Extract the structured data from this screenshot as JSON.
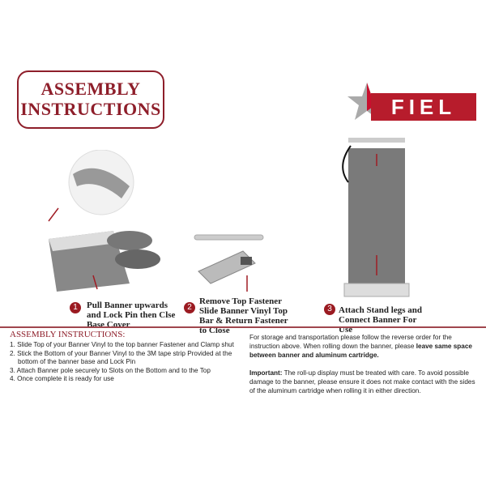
{
  "header": {
    "title_line1": "ASSEMBLY",
    "title_line2": "INSTRUCTIONS",
    "logo_text": "FIEL",
    "brand_color": "#b71c2c"
  },
  "steps": [
    {
      "number": "1",
      "text": "Pull Banner upwards and Lock Pin then Clse Base Cover"
    },
    {
      "number": "2",
      "text": "Remove Top Fastener Slide Banner Vinyl Top Bar & Return Fastener to Close"
    },
    {
      "number": "3",
      "text": "Attach Stand legs and Connect Banner For Use"
    }
  ],
  "instructions": {
    "title": "ASSEMBLY INSTRUCTIONS:",
    "items": [
      "1. Slide Top of your Banner Vinyl to the top banner Fastener and Clamp shut",
      "2. Stick the Bottom of your Banner Vinyl to the 3M tape strip Provided at the bottom of the banner base and Lock Pin",
      "3. Attach Banner pole securely to Slots on the Bottom and to the Top",
      "4. Once complete it is ready for use"
    ]
  },
  "notes": {
    "storage_text": "For storage and transportation please follow the reverse order for the instruction above. When rolling down the banner, please ",
    "storage_bold": "leave same space between banner and aluminum cartridge.",
    "important_label": "Important:",
    "important_text": " The roll-up display must be treated with care. To avoid possible damage to the banner, please ensure it does not make contact with the sides of the aluminum cartridge when rolling it in either direction."
  }
}
